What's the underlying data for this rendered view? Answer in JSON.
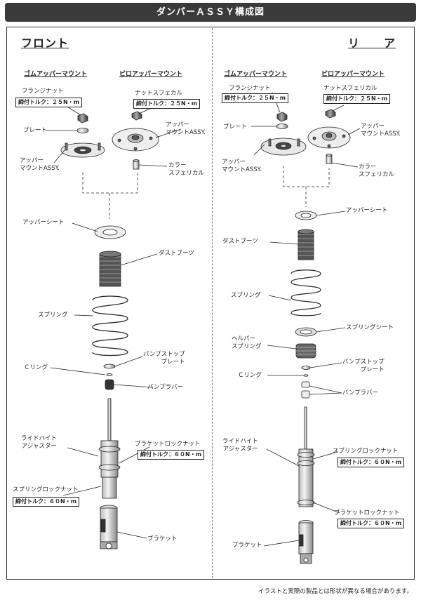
{
  "title": "ダンパーＡＳＳＹ構成図",
  "front": {
    "heading": "フロント",
    "rubber_mount": "ゴムアッパーマウント",
    "pillow_mount": "ピロアッパーマウント",
    "labels": {
      "flange_nut": "フランジナット",
      "torque_25": "締付トルク：２５N・m",
      "nut_spherical": "ナットスフェカル",
      "torque_25b": "締付トルク：２５N・m",
      "plate": "プレート",
      "upper_mount_assy_r": "アッパー\nマウントASSY.",
      "upper_mount_assy_l": "アッパー\nマウントASSY.",
      "collar_spherical": "カラー\nスフェリカル",
      "upper_seat": "アッパーシート",
      "dust_boots": "ダストブーツ",
      "spring": "スプリング",
      "bump_stop_plate": "バンプストップ\nプレート",
      "c_ring": "Ｃリング",
      "bump_rubber": "バンプラバー",
      "ride_height_adjuster": "ライドハイト\nアジャスター",
      "bracket_lock_nut": "ブラケットロックナット",
      "torque_60a": "締付トルク：６０N・m",
      "spring_lock_nut": "スプリングロックナット",
      "torque_60b": "締付トルク：６０N・m",
      "bracket": "ブラケット"
    }
  },
  "rear": {
    "heading": "リ　　ア",
    "rubber_mount": "ゴムアッパーマウント",
    "pillow_mount": "ピロアッパーマウント",
    "labels": {
      "flange_nut": "フランジナット",
      "torque_25": "締付トルク：２５N・m",
      "nut_spherical": "ナットスフェリカル",
      "torque_25b": "締付トルク：２５N・m",
      "plate": "プレート",
      "upper_mount_assy_r": "アッパー\nマウントASSY.",
      "upper_mount_assy_l": "アッパー\nマウントASSY.",
      "collar_spherical": "カラー\nスフェリカル",
      "upper_seat": "アッパーシート",
      "dust_boots": "ダストブーツ",
      "spring": "スプリング",
      "spring_seat": "スプリングシート",
      "helper_spring": "ヘルパー\nスプリング",
      "bump_stop_plate": "バンプストップ\nプレート",
      "c_ring": "Ｃリング",
      "bump_rubber": "バンプラバー",
      "ride_height_adjuster": "ライドハイト\nアジャスター",
      "spring_lock_nut": "スプリングロックナット",
      "torque_60a": "締付トルク：６０N・m",
      "bracket_lock_nut": "ブラケットロックナット",
      "torque_60b": "締付トルク：６０N・m",
      "bracket": "ブラケット"
    }
  },
  "footer": "イラストと実際の製品とは形状が異なる場合があります。"
}
